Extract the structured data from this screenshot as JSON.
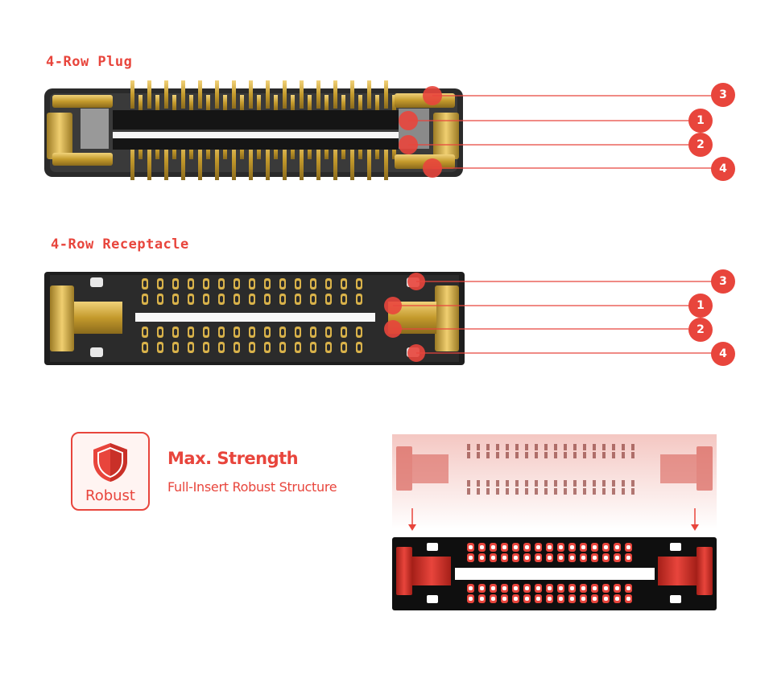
{
  "plug": {
    "title": "4-Row Plug",
    "callouts": [
      "3",
      "1",
      "2",
      "4"
    ]
  },
  "receptacle": {
    "title": "4-Row Receptacle",
    "callouts": [
      "3",
      "1",
      "2",
      "4"
    ]
  },
  "feature": {
    "icon_label": "Robust",
    "title": "Max. Strength",
    "subtitle": "Full-Insert Robust Structure"
  },
  "colors": {
    "accent": "#e8453c",
    "gold": "#c9a233",
    "body": "#1c1c1c"
  }
}
